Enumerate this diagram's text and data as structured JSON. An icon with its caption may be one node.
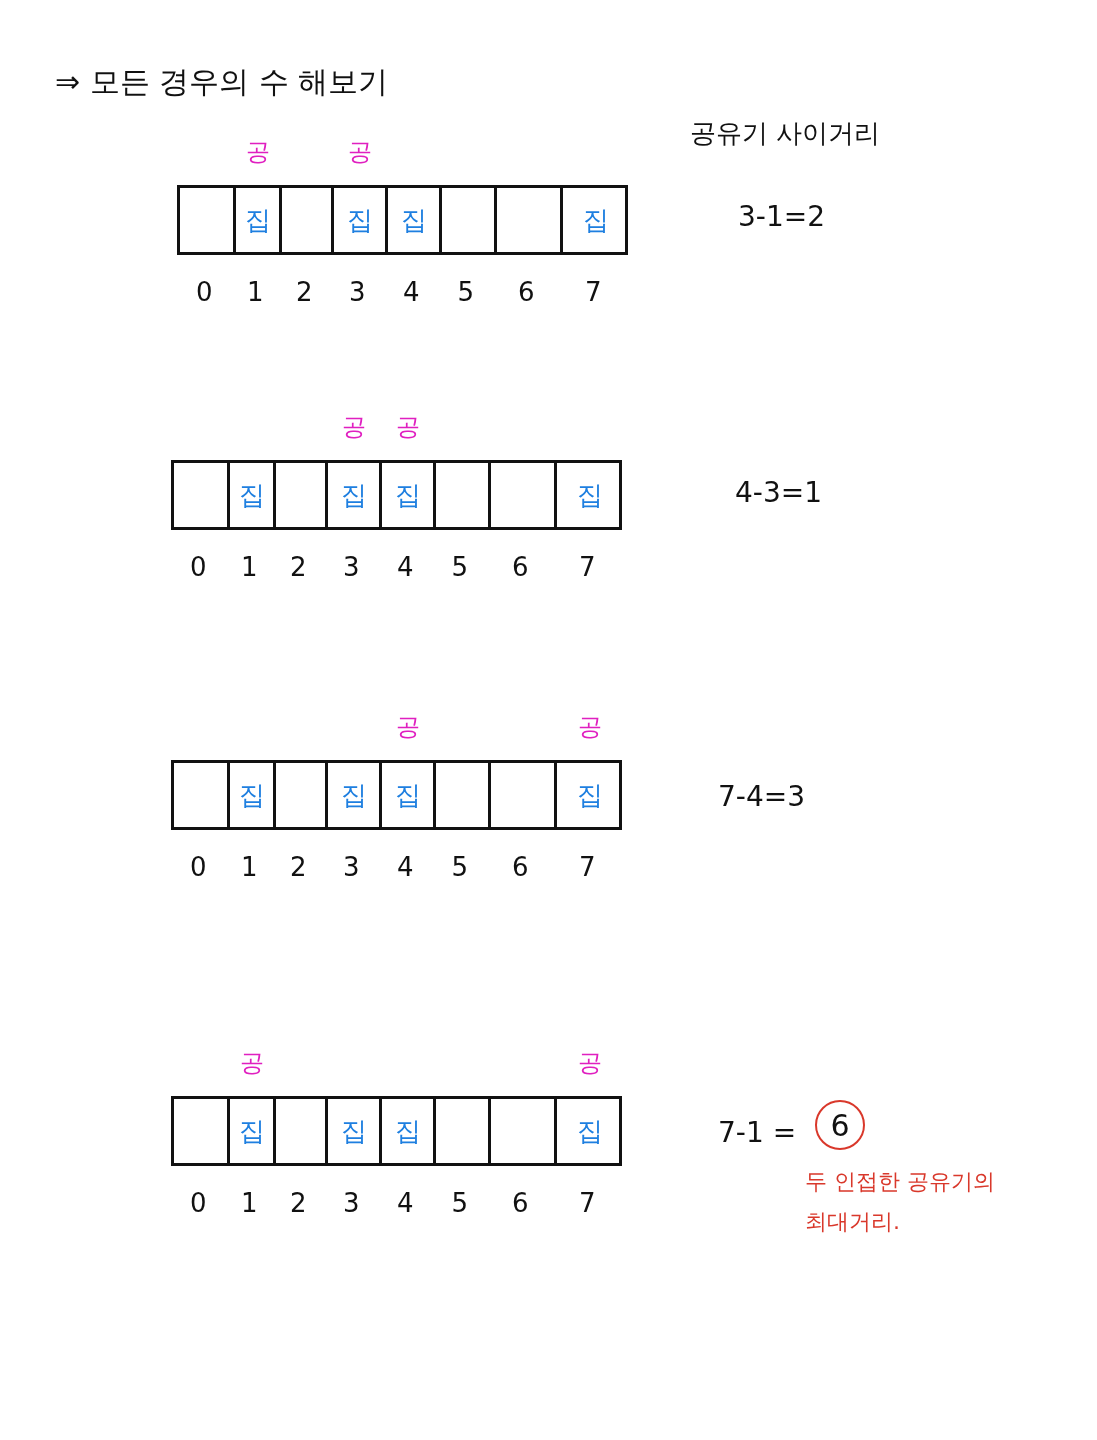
{
  "diagram": {
    "title": "⇒ 모든 경우의 수 해보기",
    "nodes": [
      {
        "text": [],
        "shape": "box"
      },
      {
        "text": [],
        "shape": "box",
        "in": 0
      },
      {
        "text": [
          "집"
        ],
        "in": 0,
        "beside": [
          "공"
        ]
      },
      {
        "text": [],
        "shape": "box",
        "in": 0
      },
      {
        "text": [
          "집"
        ],
        "in": 0,
        "beside": [
          "공"
        ]
      },
      {
        "text": [
          "집"
        ],
        "in": 0
      },
      {
        "text": [],
        "shape": "box",
        "in": 0
      },
      {
        "text": [],
        "shape": "box",
        "in": 0
      },
      {
        "text": [
          "집"
        ],
        "in": 0
      },
      {
        "text": [],
        "shape": "box"
      },
      {
        "text": [],
        "shape": "box",
        "in": 9
      },
      {
        "text": [
          "집"
        ],
        "in": 9
      },
      {
        "text": [],
        "shape": "box",
        "in": 9
      },
      {
        "text": [
          "집"
        ],
        "in": 9,
        "beside": [
          "공"
        ]
      },
      {
        "text": [
          "집"
        ],
        "in": 9,
        "beside": [
          "공"
        ]
      },
      {
        "text": [],
        "shape": "box",
        "in": 9
      },
      {
        "text": [],
        "shape": "box",
        "in": 9
      },
      {
        "text": [
          "집"
        ],
        "in": 9
      },
      {
        "text": [],
        "shape": "box"
      },
      {
        "text": [],
        "shape": "box",
        "in": 18
      },
      {
        "text": [
          "집"
        ],
        "in": 18
      },
      {
        "text": [],
        "shape": "box",
        "in": 18
      },
      {
        "text": [
          "집"
        ],
        "in": 18
      },
      {
        "text": [
          "집"
        ],
        "in": 18,
        "beside": [
          "공"
        ]
      },
      {
        "text": [],
        "shape": "box",
        "in": 18
      },
      {
        "text": [],
        "shape": "box",
        "in": 18
      },
      {
        "text": [
          "집"
        ],
        "in": 18,
        "beside": [
          "공"
        ]
      },
      {
        "text": [],
        "shape": "box"
      },
      {
        "text": [],
        "shape": "box",
        "in": 27
      },
      {
        "text": [
          "집"
        ],
        "in": 27,
        "beside": [
          "공"
        ]
      },
      {
        "text": [],
        "shape": "box",
        "in": 27
      },
      {
        "text": [
          "집"
        ],
        "in": 27
      },
      {
        "text": [
          "집"
        ],
        "in": 27
      },
      {
        "text": [],
        "shape": "box",
        "in": 27
      },
      {
        "text": [],
        "shape": "box",
        "in": 27
      },
      {
        "text": [
          "집"
        ],
        "in": 27,
        "beside": [
          "공"
        ]
      },
      {
        "text": [
          "6"
        ]
      }
    ],
    "labels": [
      "공유기 사이거리",
      "3-1=2",
      "0",
      "1",
      "2",
      "3",
      "4",
      "5",
      "6",
      "7",
      "4-3=1",
      "0",
      "1",
      "2",
      "3",
      "4",
      "5",
      "6",
      "7",
      "7-4=3",
      "0",
      "1",
      "2",
      "3",
      "4",
      "5",
      "6",
      "7",
      "7-1 =",
      "0",
      "1",
      "2",
      "3",
      "4",
      "5",
      "6",
      "7",
      "두 인접한 공유기의 최대거리."
    ]
  }
}
